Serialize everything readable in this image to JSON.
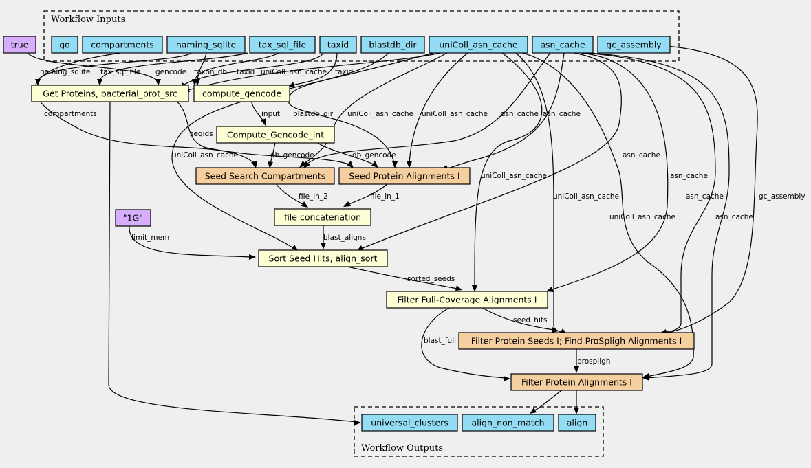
{
  "colors": {
    "background": "#efefef",
    "input_node": "#94dcf4",
    "step_node": "#ffffd5",
    "subworkflow_node": "#f5cf9f",
    "constant_node": "#d7aefc"
  },
  "clusters": {
    "inputs_label": "Workflow Inputs",
    "outputs_label": "Workflow Outputs"
  },
  "nodes": {
    "true_const": "true",
    "go": "go",
    "compartments": "compartments",
    "naming_sqlite": "naming_sqlite",
    "tax_sql_file": "tax_sql_file",
    "taxid": "taxid",
    "blastdb_dir": "blastdb_dir",
    "unicoll_asn_cache": "uniColl_asn_cache",
    "asn_cache": "asn_cache",
    "gc_assembly": "gc_assembly",
    "get_proteins": "Get Proteins, bacterial_prot_src",
    "compute_gencode": "compute_gencode",
    "compute_gencode_int": "Compute_Gencode_int",
    "seed_search_compartments": "Seed Search Compartments",
    "seed_protein_alignments": "Seed Protein Alignments I",
    "file_concatenation": "file concatenation",
    "limit_1g": "\"1G\"",
    "sort_seed_hits": "Sort Seed Hits, align_sort",
    "filter_full_coverage": "Filter Full-Coverage Alignments I",
    "filter_protein_seeds": "Filter Protein Seeds I; Find ProSpligh Alignments I",
    "filter_protein_alignments": "Filter Protein Alignments I",
    "universal_clusters": "universal_clusters",
    "align_non_match": "align_non_match",
    "align": "align"
  },
  "edge_labels": {
    "naming_sqlite": "naming_sqlite",
    "tax_sql_file": "tax_sql_file",
    "gencode": "gencode",
    "taxon_db": "taxon_db",
    "taxid_a": "taxid",
    "unicoll_a": "uniColl_asn_cache",
    "taxid_b": "taxid",
    "compartments": "compartments",
    "input": "input",
    "blastdb_dir": "blastdb_dir",
    "unicoll_b": "uniColl_asn_cache",
    "unicoll_c": "uniColl_asn_cache",
    "asn_a": "asn_cache",
    "asn_b": "asn_cache",
    "seqids": "seqids",
    "unicoll_d": "uniColl_asn_cache",
    "db_gencode_a": "db_gencode",
    "db_gencode_b": "db_gencode",
    "asn_c": "asn_cache",
    "unicoll_e": "uniColl_asn_cache",
    "asn_d": "asn_cache",
    "file_in_2": "file_in_2",
    "file_in_1": "file_in_1",
    "unicoll_f": "uniColl_asn_cache",
    "asn_e": "asn_cache",
    "gc_assembly": "gc_assembly",
    "unicoll_g": "uniColl_asn_cache",
    "asn_f": "asn_cache",
    "limit_mem": "limit_mem",
    "blast_aligns": "blast_aligns",
    "sorted_seeds": "sorted_seeds",
    "seed_hits": "seed_hits",
    "blast_full": "blast_full",
    "prospligh": "prospligh"
  }
}
